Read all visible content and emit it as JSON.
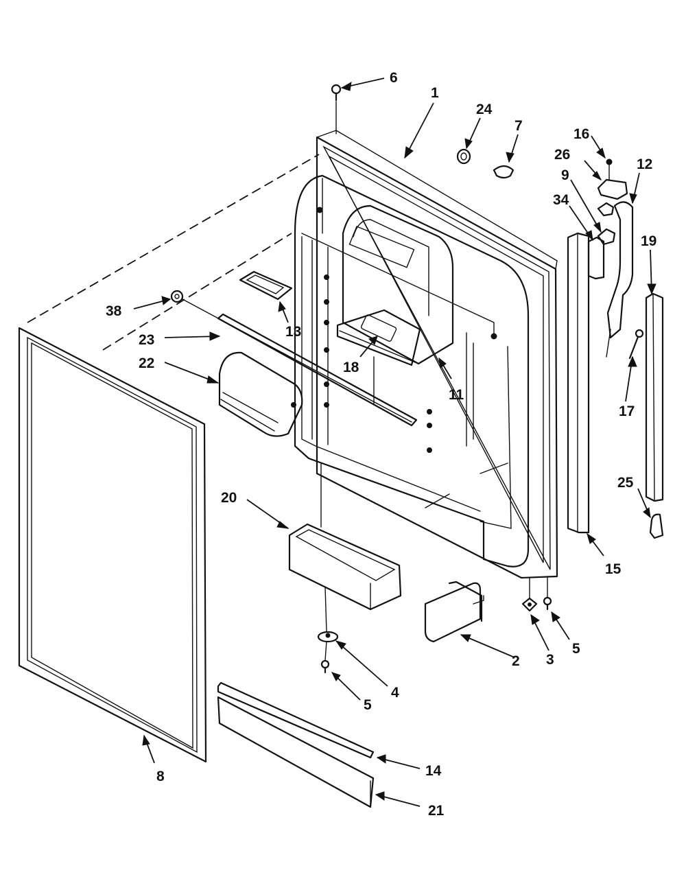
{
  "diagram": {
    "colors": {
      "ink": "#111111",
      "paper": "#ffffff"
    },
    "callouts": [
      {
        "id": "c6a",
        "text": "6"
      },
      {
        "id": "c1",
        "text": "1"
      },
      {
        "id": "c24",
        "text": "24"
      },
      {
        "id": "c7",
        "text": "7"
      },
      {
        "id": "c16",
        "text": "16"
      },
      {
        "id": "c26",
        "text": "26"
      },
      {
        "id": "c12",
        "text": "12"
      },
      {
        "id": "c9",
        "text": "9"
      },
      {
        "id": "c34",
        "text": "34"
      },
      {
        "id": "c19",
        "text": "19"
      },
      {
        "id": "c38",
        "text": "38"
      },
      {
        "id": "c13",
        "text": "13"
      },
      {
        "id": "c23",
        "text": "23"
      },
      {
        "id": "c22",
        "text": "22"
      },
      {
        "id": "c18",
        "text": "18"
      },
      {
        "id": "c11",
        "text": "11"
      },
      {
        "id": "c17",
        "text": "17"
      },
      {
        "id": "c25",
        "text": "25"
      },
      {
        "id": "c20",
        "text": "20"
      },
      {
        "id": "c15",
        "text": "15"
      },
      {
        "id": "c2",
        "text": "2"
      },
      {
        "id": "c3",
        "text": "3"
      },
      {
        "id": "c5a",
        "text": "5"
      },
      {
        "id": "c4",
        "text": "4"
      },
      {
        "id": "c5b",
        "text": "5"
      },
      {
        "id": "c8",
        "text": "8"
      },
      {
        "id": "c14",
        "text": "14"
      },
      {
        "id": "c21",
        "text": "21"
      }
    ]
  }
}
